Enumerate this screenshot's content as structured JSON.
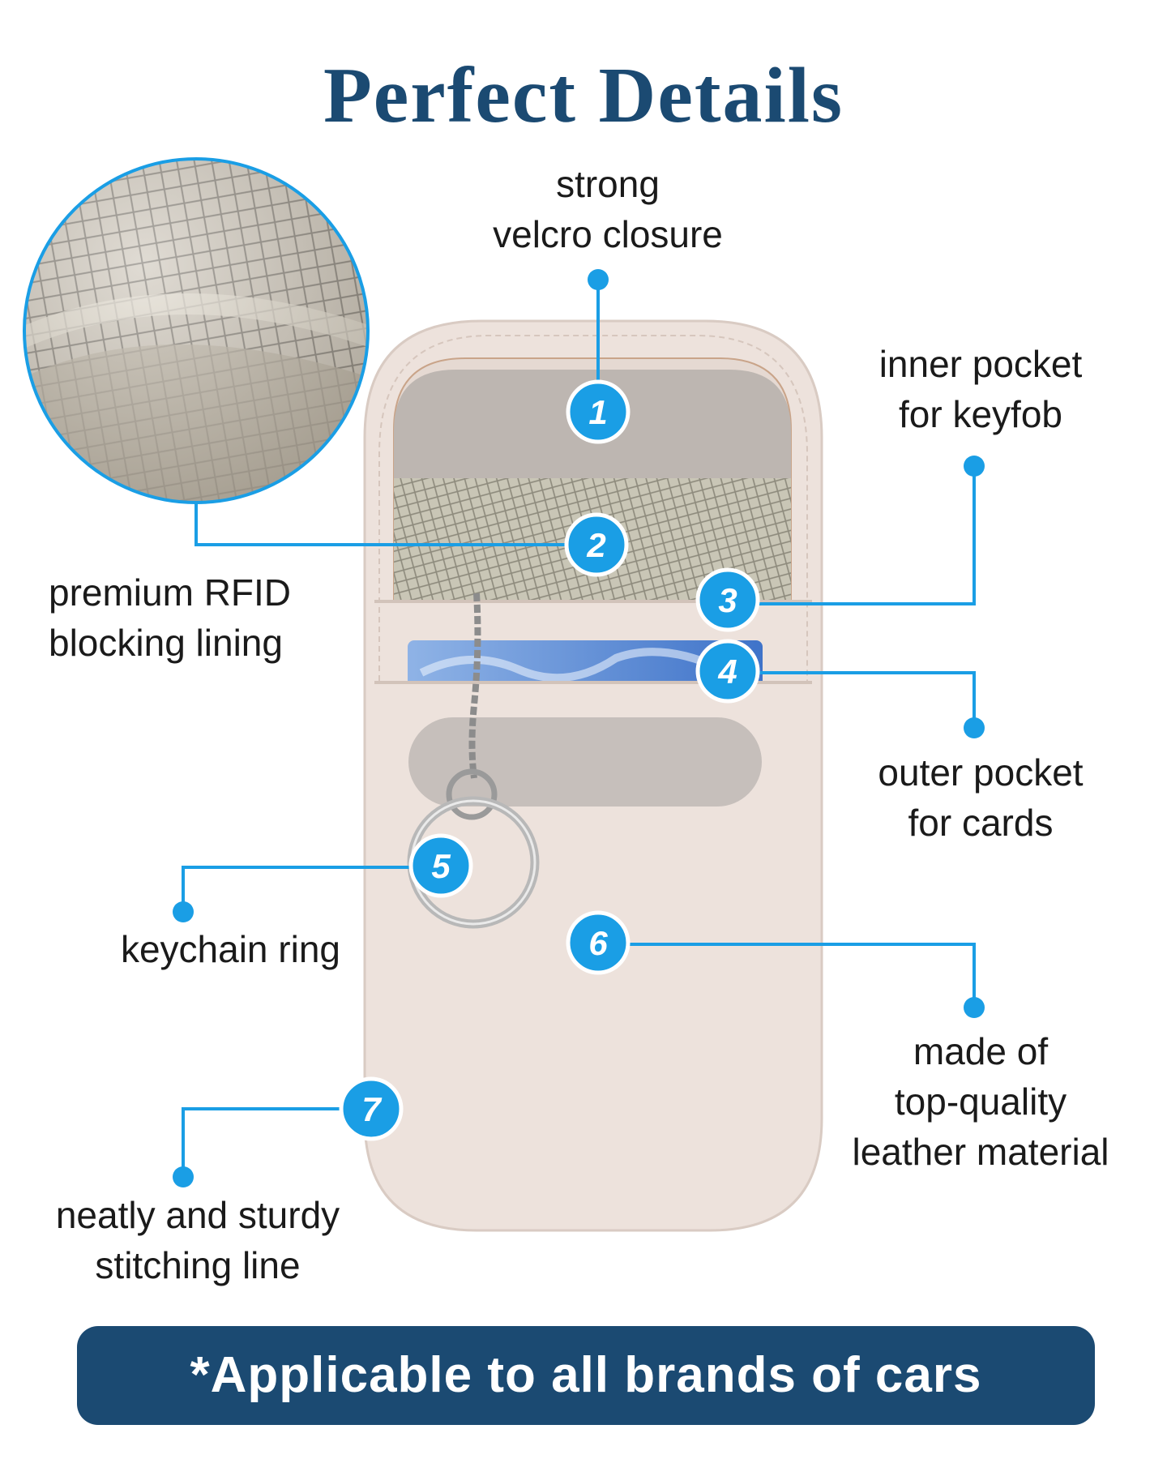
{
  "title": "Perfect Details",
  "callouts": [
    {
      "number": "1",
      "lines": [
        "strong",
        "velcro closure"
      ]
    },
    {
      "number": "2",
      "lines": [
        "premium RFID",
        "blocking lining"
      ]
    },
    {
      "number": "3",
      "lines": [
        "inner pocket",
        "for keyfob"
      ]
    },
    {
      "number": "4",
      "lines": [
        "outer pocket",
        "for cards"
      ]
    },
    {
      "number": "5",
      "lines": [
        "keychain ring"
      ]
    },
    {
      "number": "6",
      "lines": [
        "made of",
        "top-quality",
        "leather material"
      ]
    },
    {
      "number": "7",
      "lines": [
        "neatly and sturdy",
        "stitching line"
      ]
    }
  ],
  "banner": "*Applicable to all brands of cars",
  "colors": {
    "title_blue": "#1b4a72",
    "callout_blue": "#1a9ee5",
    "leather": "#ede2dc"
  }
}
